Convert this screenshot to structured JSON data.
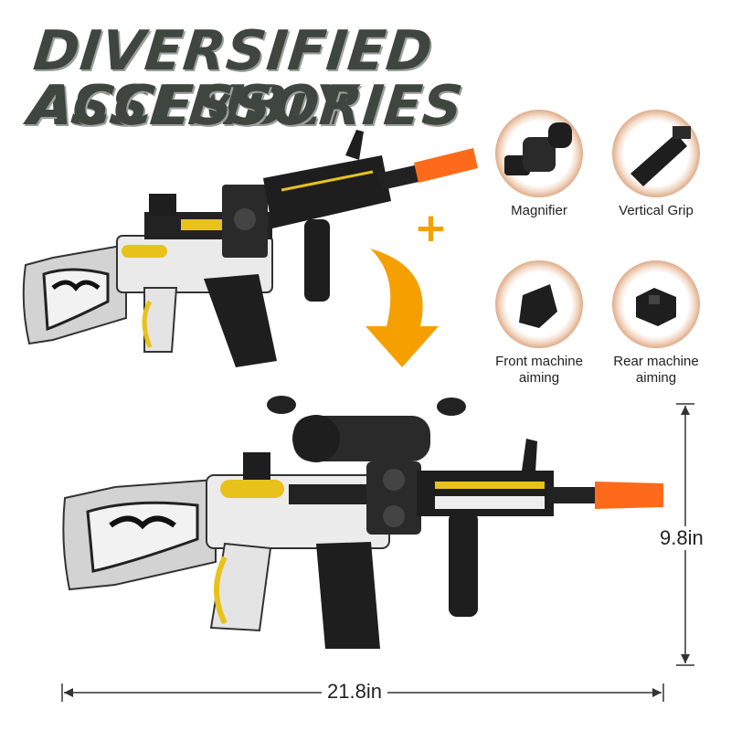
{
  "headline": {
    "line1": "DIVERSIFIED ASSEMBLY",
    "line2": "ACCESSORIES"
  },
  "plus_symbol": "+",
  "accessories": [
    {
      "label": "Magnifier",
      "icon": "magnifier-icon"
    },
    {
      "label": "Vertical Grip",
      "icon": "vertical-grip-icon"
    },
    {
      "label": "Front machine aiming",
      "icon": "front-sight-icon"
    },
    {
      "label": "Rear machine aiming",
      "icon": "rear-sight-icon"
    }
  ],
  "dimensions": {
    "height": "9.8in",
    "length": "21.8in"
  },
  "colors": {
    "headline": "#3f4640",
    "accent_orange": "#f5a000",
    "muzzle_orange": "#ff6a1a",
    "gold": "#e8c21a",
    "body_black": "#1e1e1e",
    "stock_silver": "#cfcfcf"
  }
}
